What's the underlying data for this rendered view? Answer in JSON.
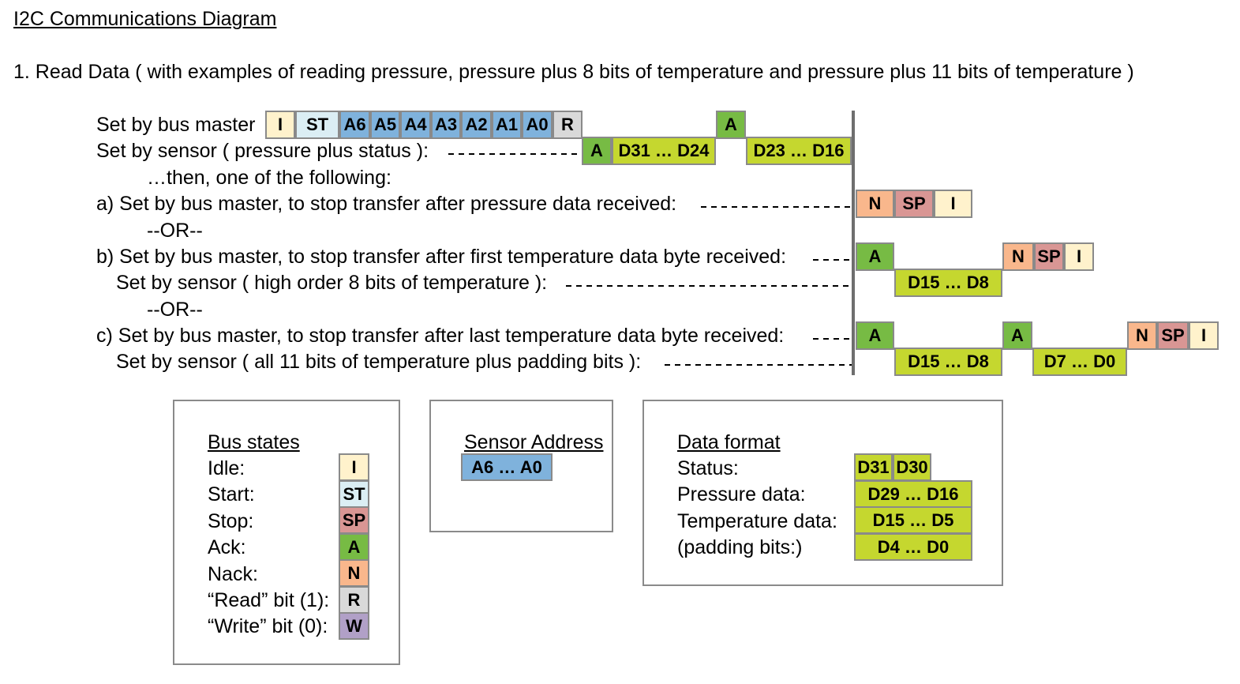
{
  "title": "I2C Communications Diagram",
  "section": "1.  Read Data ( with examples of reading pressure, pressure plus 8 bits of temperature and pressure plus 11 bits of temperature )",
  "rows": {
    "master": "Set by bus master",
    "sensor": "Set by sensor ( pressure plus status ):",
    "then": "…then, one of the following:",
    "a": "a) Set by bus master, to stop transfer after pressure data received:",
    "or1": "--OR--",
    "b": "b) Set by bus master, to stop transfer after first temperature data byte received:",
    "b_sensor": "Set by sensor ( high order 8 bits of temperature ):",
    "or2": "--OR--",
    "c": "c) Set by bus master, to stop transfer after last temperature data byte received:",
    "c_sensor": "Set by sensor ( all 11 bits of temperature plus padding bits ):"
  },
  "cells": {
    "I": "I",
    "ST": "ST",
    "A6": "A6",
    "A5": "A5",
    "A4": "A4",
    "A3": "A3",
    "A2": "A2",
    "A1": "A1",
    "A0": "A0",
    "R": "R",
    "A": "A",
    "N": "N",
    "SP": "SP",
    "W": "W",
    "d31_24": "D31 …  D24",
    "d23_16": "D23 …  D16",
    "d15_8": "D15  …  D8",
    "d7_0": "D7  …  D0"
  },
  "legend_bus": {
    "heading": "Bus states",
    "items": [
      {
        "label": "Idle:",
        "code": "I"
      },
      {
        "label": "Start:",
        "code": "ST"
      },
      {
        "label": "Stop:",
        "code": "SP"
      },
      {
        "label": "Ack:",
        "code": "A"
      },
      {
        "label": "Nack:",
        "code": "N"
      },
      {
        "label": "“Read” bit (1):",
        "code": "R"
      },
      {
        "label": "“Write” bit (0):",
        "code": "W"
      }
    ]
  },
  "legend_addr": {
    "heading": "Sensor Address",
    "cell": "A6  …  A0"
  },
  "legend_format": {
    "heading": "Data format",
    "status_label": "Status:",
    "status_d31": "D31",
    "status_d30": "D30",
    "pressure_label": "Pressure data:",
    "pressure_cell": "D29  …  D16",
    "temp_label": "Temperature data:",
    "temp_cell": "D15  …   D5",
    "padding_label": "(padding bits:)",
    "padding_cell": "D4   …   D0"
  },
  "colors": {
    "idle": "#fff2cc",
    "start": "#dbeef4",
    "stop": "#d99694",
    "ack": "#77bb44",
    "nack": "#f9b78c",
    "read": "#d9d9d9",
    "write": "#b1a0c7",
    "address": "#7fb2dc",
    "data": "#c5d72f"
  }
}
